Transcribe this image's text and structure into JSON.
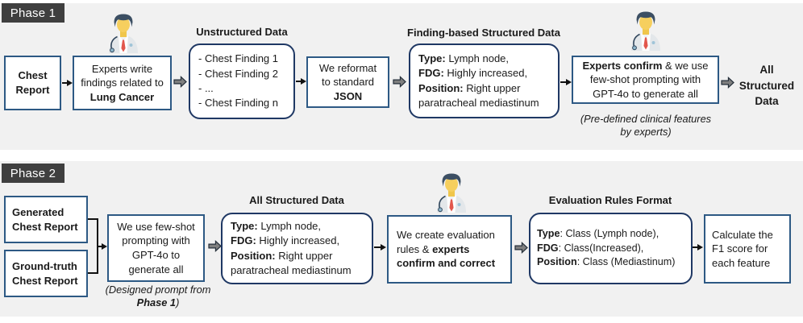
{
  "phase1": {
    "label": "Phase 1",
    "chest_report_label": "Chest Report",
    "experts_write": {
      "text": "Experts write findings related to ",
      "bold": "Lung Cancer"
    },
    "unstructured": {
      "title": "Unstructured Data",
      "items": [
        "- Chest Finding 1",
        "- Chest Finding 2",
        "- ...",
        "- Chest Finding n"
      ]
    },
    "reformat": {
      "text": "We reformat to standard ",
      "bold": "JSON"
    },
    "finding_structured": {
      "title": "Finding-based Structured Data",
      "fields": [
        {
          "label": "Type:",
          "value": " Lymph node,"
        },
        {
          "label": "FDG:",
          "value": " Highly increased,"
        },
        {
          "label": "Position:",
          "value": " Right upper paratracheal mediastinum"
        }
      ]
    },
    "experts_confirm": {
      "bold": "Experts confirm",
      "text": " & we use few-shot prompting with GPT-4o to generate all"
    },
    "note": "(Pre-defined clinical features by experts)",
    "output_label": "All Structured Data"
  },
  "phase2": {
    "label": "Phase 2",
    "generated_report_label": "Generated Chest Report",
    "ground_truth_label": "Ground-truth Chest Report",
    "prompt_box": "We use few-shot prompting with GPT-4o to generate all",
    "note": {
      "pre": "(Designed prompt from ",
      "bold": "Phase 1",
      "post": ")"
    },
    "structured": {
      "title": "All Structured Data",
      "fields": [
        {
          "label": "Type:",
          "value": " Lymph node,"
        },
        {
          "label": "FDG:",
          "value": " Highly increased,"
        },
        {
          "label": "Position:",
          "value": " Right upper paratracheal mediastinum"
        }
      ]
    },
    "evaluation_box": {
      "text": "We create evaluation rules & ",
      "bold": "experts confirm and correct"
    },
    "rules": {
      "title": "Evaluation Rules Format",
      "fields": [
        {
          "label": "Type",
          "value": ": Class (Lymph node),"
        },
        {
          "label": "FDG",
          "value": ": Class(Increased),"
        },
        {
          "label": "Position",
          "value": ": Class (Mediastinum)"
        }
      ]
    },
    "calculate_label": "Calculate the F1 score for each feature"
  },
  "icons": {
    "doctor": "doctor-icon",
    "block_arrow": "block-arrow-icon",
    "thin_arrow": "arrow-icon"
  },
  "colors": {
    "band_bg": "#f1f1f1",
    "phase_label_bg": "#3f3f3f",
    "rect_border": "#2d5984",
    "round_border": "#1f3864",
    "block_arrow_fill": "#7f7f7f",
    "text": "#1a1a1a"
  }
}
